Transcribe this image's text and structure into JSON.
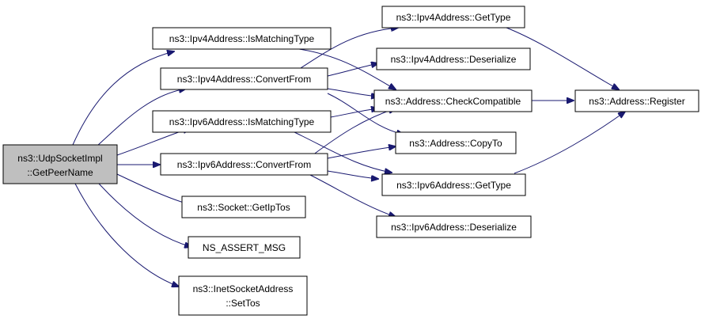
{
  "colors": {
    "edge": "#191970",
    "root_fill": "#bfbfbf",
    "node_fill": "#ffffff",
    "border": "#000000"
  },
  "nodes": [
    {
      "id": "root",
      "lines": [
        "ns3::UdpSocketImpl",
        "::GetPeerName"
      ]
    },
    {
      "id": "v4match",
      "lines": [
        "ns3::Ipv4Address::IsMatchingType"
      ]
    },
    {
      "id": "v4conv",
      "lines": [
        "ns3::Ipv4Address::ConvertFrom"
      ]
    },
    {
      "id": "v6match",
      "lines": [
        "ns3::Ipv6Address::IsMatchingType"
      ]
    },
    {
      "id": "v6conv",
      "lines": [
        "ns3::Ipv6Address::ConvertFrom"
      ]
    },
    {
      "id": "iptos",
      "lines": [
        "ns3::Socket::GetIpTos"
      ]
    },
    {
      "id": "assert",
      "lines": [
        "NS_ASSERT_MSG"
      ]
    },
    {
      "id": "settos",
      "lines": [
        "ns3::InetSocketAddress",
        "::SetTos"
      ]
    },
    {
      "id": "v4type",
      "lines": [
        "ns3::Ipv4Address::GetType"
      ]
    },
    {
      "id": "v4deser",
      "lines": [
        "ns3::Ipv4Address::Deserialize"
      ]
    },
    {
      "id": "check",
      "lines": [
        "ns3::Address::CheckCompatible"
      ]
    },
    {
      "id": "copyto",
      "lines": [
        "ns3::Address::CopyTo"
      ]
    },
    {
      "id": "v6type",
      "lines": [
        "ns3::Ipv6Address::GetType"
      ]
    },
    {
      "id": "v6deser",
      "lines": [
        "ns3::Ipv6Address::Deserialize"
      ]
    },
    {
      "id": "register",
      "lines": [
        "ns3::Address::Register"
      ]
    }
  ]
}
